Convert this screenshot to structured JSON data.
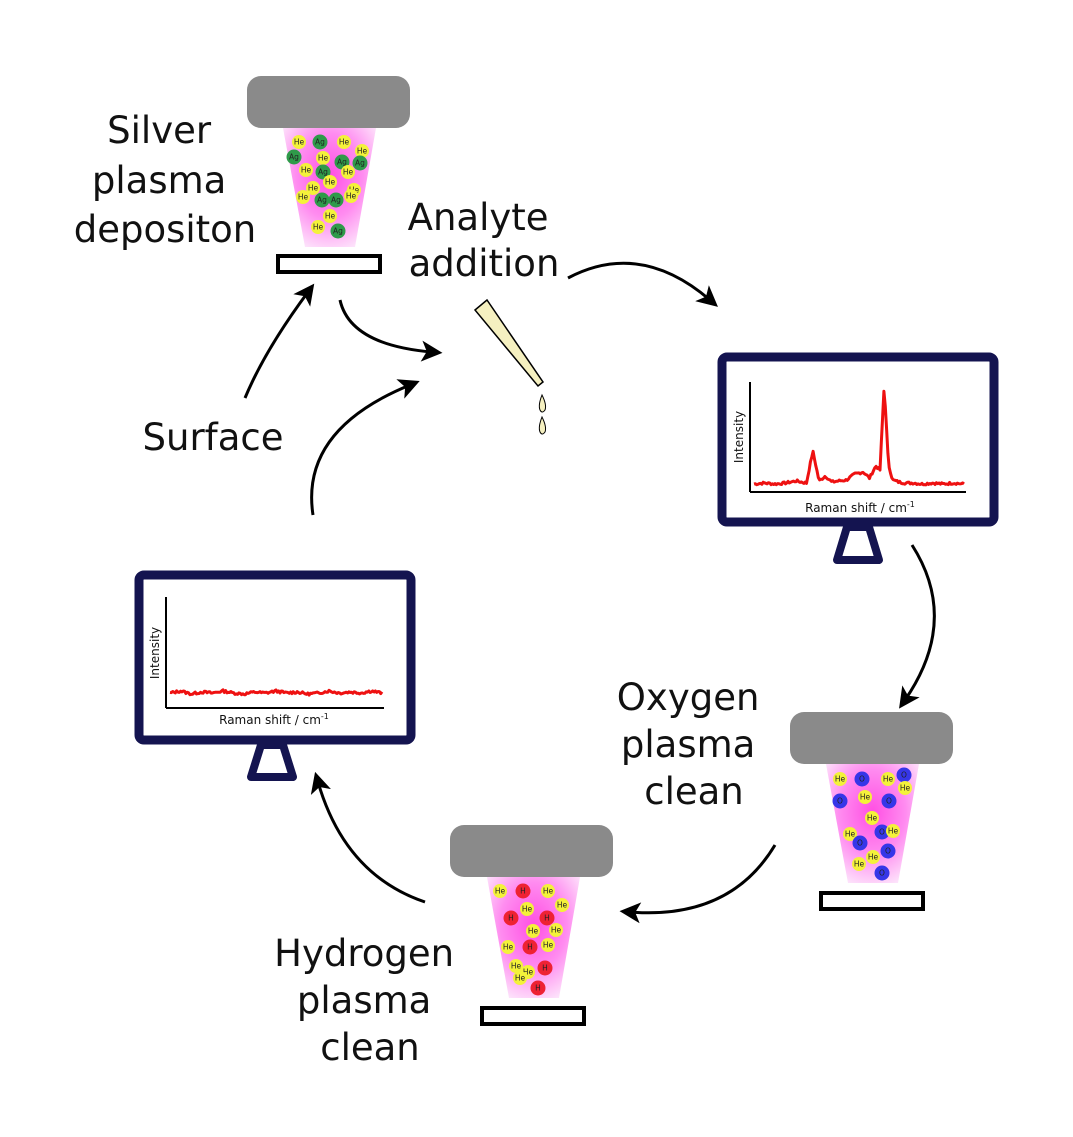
{
  "labels": {
    "silver": [
      "Silver",
      "plasma",
      "depositon"
    ],
    "analyte": [
      "Analyte",
      "addition"
    ],
    "surface": "Surface",
    "oxygen": [
      "Oxygen",
      "plasma",
      "clean"
    ],
    "hydrogen": [
      "Hydrogen",
      "plasma",
      "clean"
    ]
  },
  "monitor_top": {
    "xlabel": "Raman shift / cm",
    "xlabel_sup": "-1",
    "ylabel": "Intensity"
  },
  "monitor_left": {
    "xlabel": "Raman shift / cm",
    "xlabel_sup": "-1",
    "ylabel": "Intensity"
  },
  "particles": {
    "helium": "He",
    "silver": "Ag",
    "oxygen": "O",
    "hydrogen": "H"
  },
  "colors": {
    "plasma_core": "#ff5ce6",
    "plasma_edge": "#fde3fb",
    "helium": "#f4f23a",
    "silver": "#2f9a4a",
    "oxygen": "#3636e8",
    "hydrogen": "#ee2233",
    "monitor_frame": "#141450",
    "spectrum": "#ee1111",
    "electrode": "#8a8a8a",
    "droplet": "#f5f0c0"
  },
  "chart_data": [
    {
      "type": "line",
      "title": "",
      "xlabel": "Raman shift / cm-1",
      "ylabel": "Intensity",
      "series": [
        {
          "x": [
            0,
            5,
            10,
            15,
            20,
            25,
            28,
            31,
            34,
            37,
            40,
            44,
            48,
            52,
            55,
            58,
            60,
            62,
            64,
            66,
            69,
            72,
            76,
            80,
            85,
            90,
            95,
            100
          ],
          "y": [
            0.02,
            0.03,
            0.02,
            0.03,
            0.05,
            0.03,
            0.35,
            0.05,
            0.1,
            0.04,
            0.05,
            0.06,
            0.12,
            0.14,
            0.08,
            0.2,
            0.16,
            1.0,
            0.22,
            0.06,
            0.04,
            0.03,
            0.03,
            0.02,
            0.03,
            0.02,
            0.03,
            0.02
          ]
        }
      ]
    },
    {
      "type": "line",
      "title": "",
      "xlabel": "Raman shift / cm-1",
      "ylabel": "Intensity",
      "series": [
        {
          "x": [
            0,
            5,
            10,
            15,
            20,
            25,
            30,
            35,
            40,
            45,
            50,
            55,
            60,
            65,
            70,
            75,
            80,
            85,
            90,
            95,
            100
          ],
          "y": [
            0.1,
            0.12,
            0.09,
            0.11,
            0.1,
            0.12,
            0.1,
            0.09,
            0.11,
            0.1,
            0.12,
            0.1,
            0.11,
            0.09,
            0.1,
            0.12,
            0.1,
            0.11,
            0.1,
            0.12,
            0.1
          ]
        }
      ]
    }
  ]
}
